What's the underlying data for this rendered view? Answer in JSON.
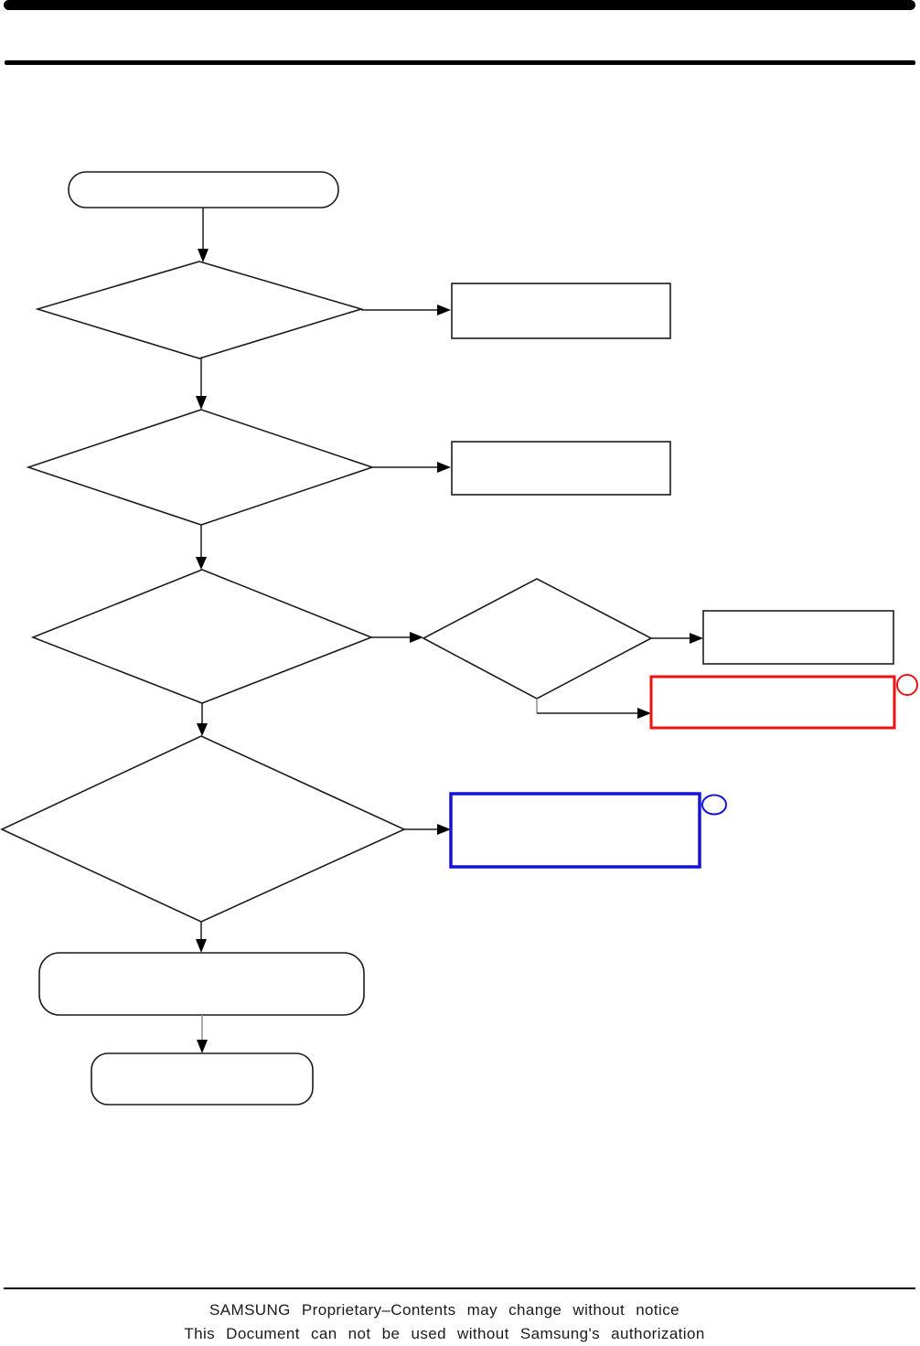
{
  "page": {
    "kind": "service-manual-flowchart-page",
    "footer": {
      "line1": "SAMSUNG Proprietary–Contents may change without notice",
      "line2": "This Document can not be used without Samsung's authorization"
    }
  },
  "colors": {
    "red": "#ee1111",
    "blue": "#1414d6",
    "line": "#1c1c1c",
    "gray_connector": "#8f8f8f"
  },
  "diagram": {
    "type": "flowchart",
    "all_node_labels_empty": true,
    "nodes": [
      {
        "id": "start",
        "shape": "terminator",
        "label": ""
      },
      {
        "id": "decision-1",
        "shape": "decision",
        "label": ""
      },
      {
        "id": "action-1",
        "shape": "process",
        "label": ""
      },
      {
        "id": "decision-2",
        "shape": "decision",
        "label": ""
      },
      {
        "id": "action-2",
        "shape": "process",
        "label": ""
      },
      {
        "id": "decision-3",
        "shape": "decision",
        "label": ""
      },
      {
        "id": "decision-4",
        "shape": "decision",
        "label": ""
      },
      {
        "id": "action-3",
        "shape": "process",
        "label": ""
      },
      {
        "id": "action-4",
        "shape": "process",
        "label": "",
        "border_color": "#ee1111",
        "callout": "red-circle"
      },
      {
        "id": "decision-5",
        "shape": "decision",
        "label": ""
      },
      {
        "id": "action-5",
        "shape": "process",
        "label": "",
        "border_color": "#1414d6",
        "callout": "blue-circle"
      },
      {
        "id": "end-1",
        "shape": "terminator",
        "label": ""
      },
      {
        "id": "end-2",
        "shape": "terminator",
        "label": ""
      }
    ],
    "edges": [
      {
        "from": "start",
        "to": "decision-1"
      },
      {
        "from": "decision-1",
        "to": "action-1",
        "side": "right"
      },
      {
        "from": "decision-1",
        "to": "decision-2",
        "side": "bottom"
      },
      {
        "from": "decision-2",
        "to": "action-2",
        "side": "right"
      },
      {
        "from": "decision-2",
        "to": "decision-3",
        "side": "bottom"
      },
      {
        "from": "decision-3",
        "to": "decision-4",
        "side": "right"
      },
      {
        "from": "decision-4",
        "to": "action-3",
        "side": "right"
      },
      {
        "from": "decision-4",
        "to": "action-4",
        "side": "bottom"
      },
      {
        "from": "decision-3",
        "to": "decision-5",
        "side": "bottom"
      },
      {
        "from": "decision-5",
        "to": "action-5",
        "side": "right"
      },
      {
        "from": "decision-5",
        "to": "end-1",
        "side": "bottom"
      },
      {
        "from": "end-1",
        "to": "end-2"
      }
    ]
  }
}
